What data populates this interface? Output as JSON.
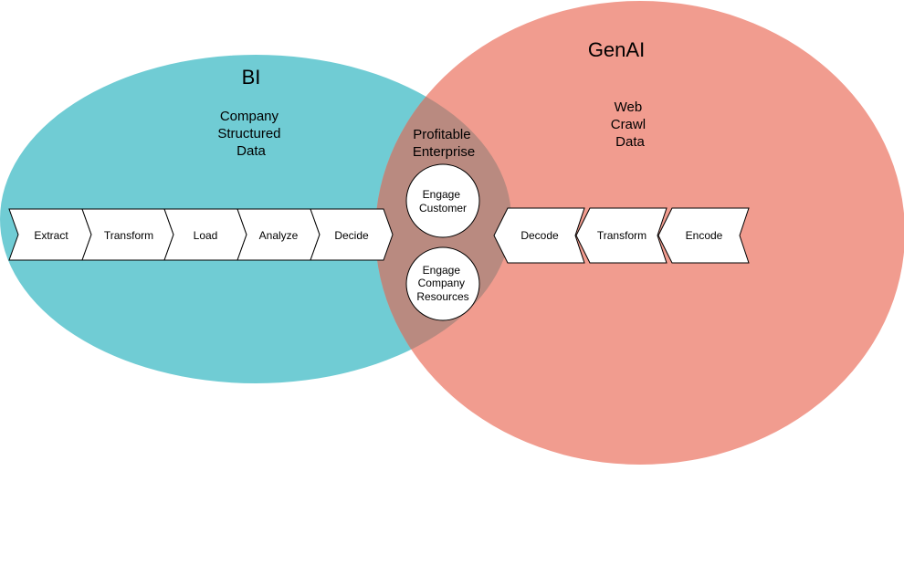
{
  "sets": {
    "bi": {
      "title": "BI",
      "subtitle_lines": [
        "Company",
        "Structured",
        "Data"
      ],
      "color": "#70CCD4"
    },
    "genai": {
      "title": "GenAI",
      "subtitle_lines": [
        "Web",
        "Crawl",
        "Data"
      ],
      "color": "#F19C8F"
    },
    "overlap": {
      "title_lines": [
        "Profitable",
        "Enterprise"
      ],
      "color": "#B98A80"
    }
  },
  "bi_steps": [
    "Extract",
    "Transform",
    "Load",
    "Analyze",
    "Decide"
  ],
  "genai_steps": [
    "Decode",
    "Transform",
    "Encode"
  ],
  "outcomes": [
    {
      "lines": [
        "Engage",
        "Customer"
      ]
    },
    {
      "lines": [
        "Engage",
        "Company",
        "Resources"
      ]
    }
  ]
}
